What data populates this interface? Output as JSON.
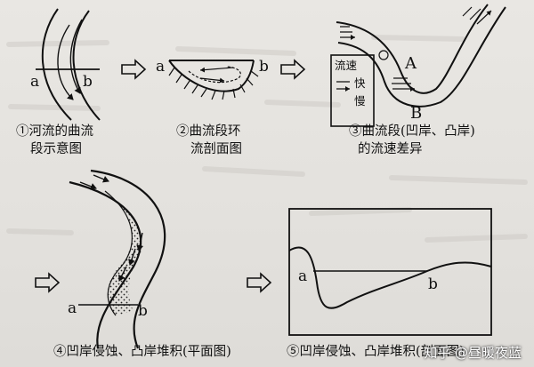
{
  "fig1": {
    "label_a": "a",
    "label_b": "b",
    "caption_line1": "①河流的曲流",
    "caption_line2": "段示意图"
  },
  "fig2": {
    "label_a": "a",
    "label_b": "b",
    "caption_line1": "②曲流段环",
    "caption_line2": "流剖面图"
  },
  "fig3": {
    "box_label_1": "流速",
    "box_label_2": "快",
    "box_label_3": "慢",
    "label_A": "A",
    "label_B": "B",
    "caption_line1": "③曲流段(凹岸、凸岸)",
    "caption_line2": "的流速差异"
  },
  "fig4": {
    "label_a": "a",
    "label_b": "b",
    "caption": "④凹岸侵蚀、凸岸堆积(平面图)"
  },
  "fig5": {
    "label_a": "a",
    "label_b": "b",
    "caption": "⑤凹岸侵蚀、凸岸堆积(剖面图)"
  },
  "watermark": "知乎 @昼暖夜蓝"
}
